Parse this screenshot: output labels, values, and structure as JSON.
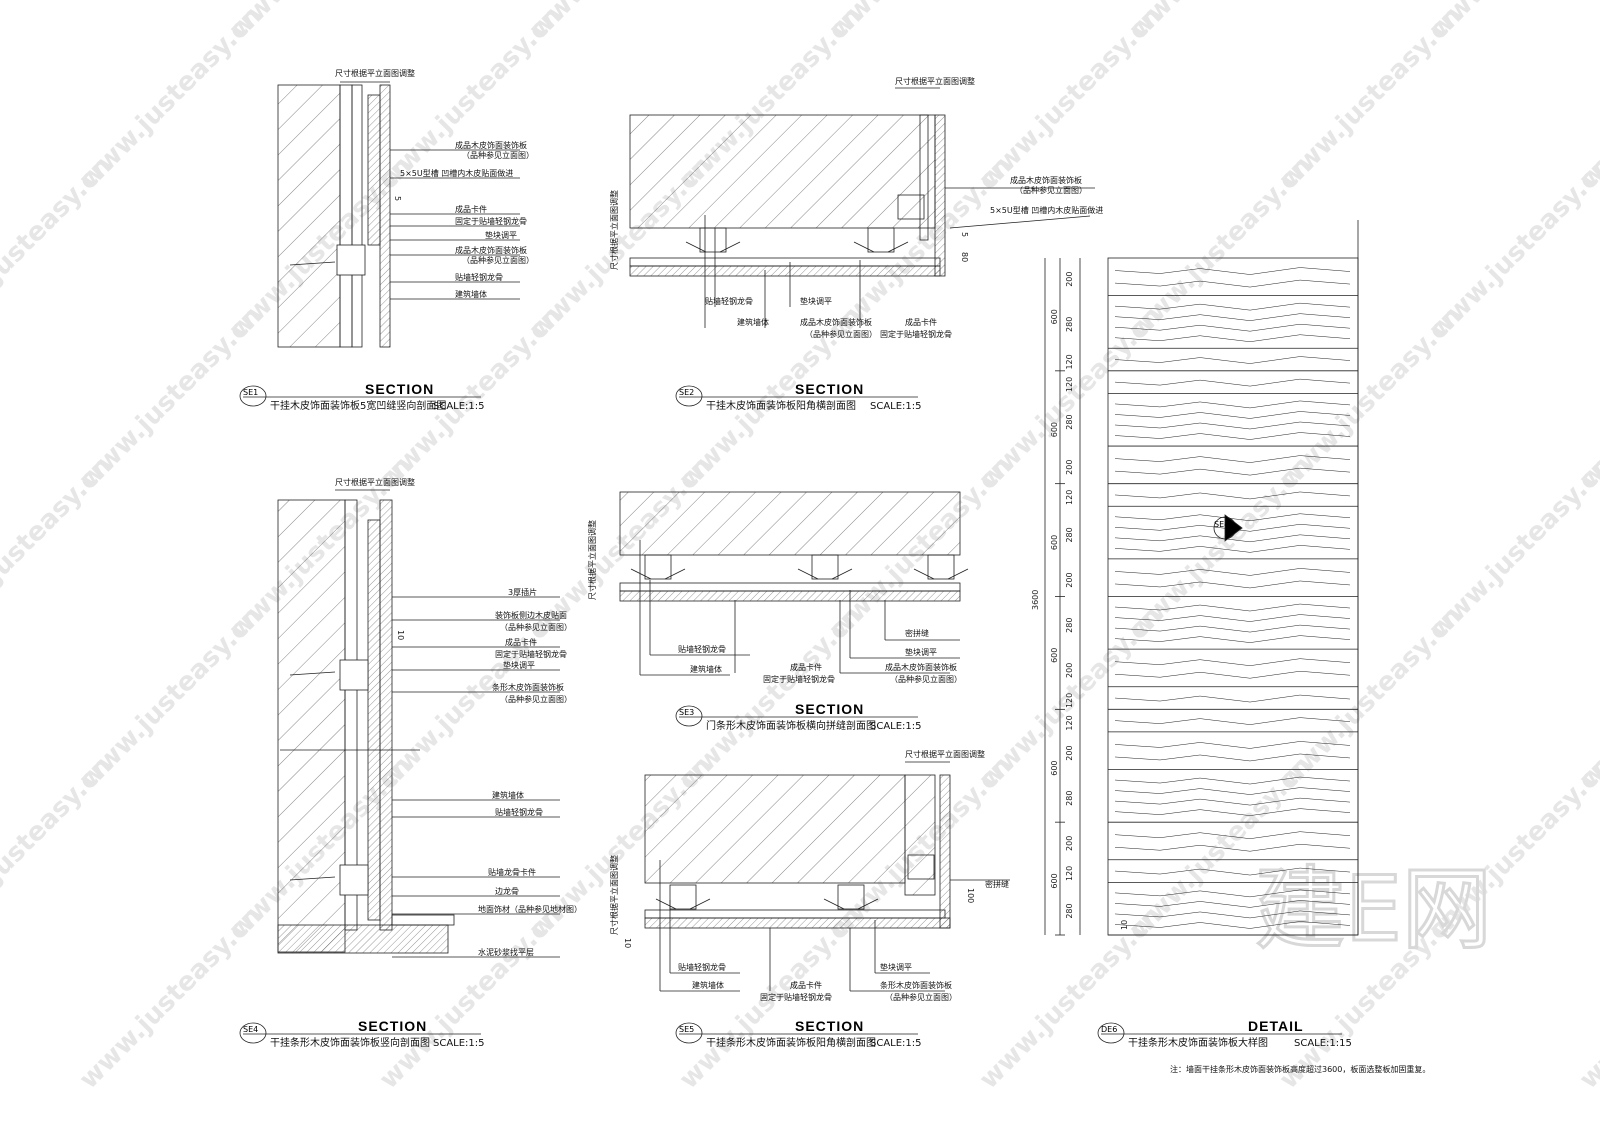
{
  "sheet": {
    "watermark_text": "www.justeasy.cn",
    "watermark_logo": "建E网",
    "dimension_note": "尺寸根据平立面图调整",
    "note": "注：墙面干挂条形木皮饰面装饰板高度超过3600，板面选整板加固重复。"
  },
  "drawings": [
    {
      "id": "SE1",
      "heading": "SECTION",
      "caption": "干挂木皮饰面装饰板5宽凹缝竖向剖面图",
      "scale": "SCALE:1:5",
      "labels": [
        "成品木皮饰面装饰板",
        "（品种参见立面图）",
        "5×5U型槽 凹槽内木皮贴面做进",
        "成品卡件",
        "固定于贴墙轻钢龙骨",
        "垫块调平",
        "成品木皮饰面装饰板",
        "（品种参见立面图）",
        "贴墙轻钢龙骨",
        "建筑墙体"
      ],
      "dims": [
        "5"
      ]
    },
    {
      "id": "SE2",
      "heading": "SECTION",
      "caption": "干挂木皮饰面装饰板阳角横剖面图",
      "scale": "SCALE:1:5",
      "labels": [
        "成品木皮饰面装饰板",
        "（品种参见立面图）",
        "5×5U型槽 凹槽内木皮贴面做进",
        "贴墙轻钢龙骨",
        "垫块调平",
        "建筑墙体",
        "成品木皮饰面装饰板",
        "（品种参见立面图）",
        "成品卡件",
        "固定于贴墙轻钢龙骨"
      ],
      "dims": [
        "5",
        "80"
      ]
    },
    {
      "id": "SE3",
      "heading": "SECTION",
      "caption": "门条形木皮饰面装饰板横向拼缝剖面图",
      "scale": "SCALE:1:5",
      "labels": [
        "密拼缝",
        "垫块调平",
        "贴墙轻钢龙骨",
        "建筑墙体",
        "成品卡件",
        "固定于贴墙轻钢龙骨",
        "成品木皮饰面装饰板",
        "（品种参见立面图）"
      ],
      "dims": []
    },
    {
      "id": "SE4",
      "heading": "SECTION",
      "caption": "干挂条形木皮饰面装饰板竖向剖面图",
      "scale": "SCALE:1:5",
      "labels": [
        "3厚插片",
        "装饰板侧边木皮贴面",
        "（品种参见立面图）",
        "成品卡件",
        "固定于贴墙轻钢龙骨",
        "垫块调平",
        "条形木皮饰面装饰板",
        "（品种参见立面图）",
        "建筑墙体",
        "贴墙轻钢龙骨",
        "贴墙龙骨卡件",
        "边龙骨",
        "地面饰材（品种参见地材图）",
        "水泥砂浆找平层"
      ],
      "dims": [
        "10"
      ]
    },
    {
      "id": "SE5",
      "heading": "SECTION",
      "caption": "干挂条形木皮饰面装饰板阳角横剖面图",
      "scale": "SCALE:1:5",
      "labels": [
        "密拼缝",
        "贴墙轻钢龙骨",
        "建筑墙体",
        "成品卡件",
        "固定于贴墙轻钢龙骨",
        "垫块调平",
        "条形木皮饰面装饰板",
        "（品种参见立面图）"
      ],
      "dims": [
        "100",
        "10"
      ]
    },
    {
      "id": "DE6",
      "heading": "DETAIL",
      "caption": "干挂条形木皮饰面装饰板大样图",
      "scale": "SCALE:1:15",
      "labels": [
        "SE4"
      ],
      "dims": [
        "3600",
        "600",
        "600",
        "600",
        "600",
        "600",
        "600",
        "200",
        "280",
        "120",
        "120",
        "280",
        "200",
        "120",
        "280",
        "200",
        "280",
        "200",
        "120",
        "120",
        "200",
        "280",
        "200",
        "120",
        "280",
        "10"
      ]
    }
  ]
}
